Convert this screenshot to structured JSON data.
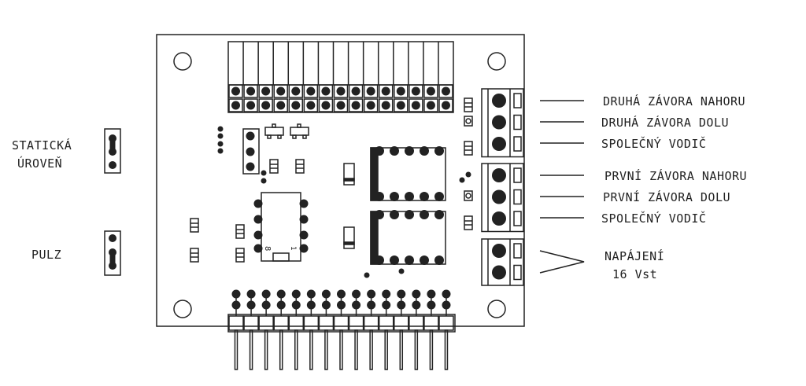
{
  "left_labels": {
    "static_line1": "STATICKÁ",
    "static_line2": "ÚROVEŇ",
    "pulse": "PULZ"
  },
  "right_labels": {
    "second_up": "DRUHÁ ZÁVORA NAHORU",
    "second_down": "DRUHÁ ZÁVORA DOLU",
    "common_1": "SPOLEČNÝ VODIČ",
    "first_up": "PRVNÍ ZÁVORA NAHORU",
    "first_down": "PRVNÍ ZÁVORA DOLU",
    "common_2": "SPOLEČNÝ VODIČ",
    "power_line1": "NAPÁJENÍ",
    "power_line2": "16 Vst"
  },
  "ic_marks": {
    "pin8": "8",
    "pin1": "1"
  },
  "colors": {
    "ink": "#222222",
    "background": "#ffffff"
  }
}
